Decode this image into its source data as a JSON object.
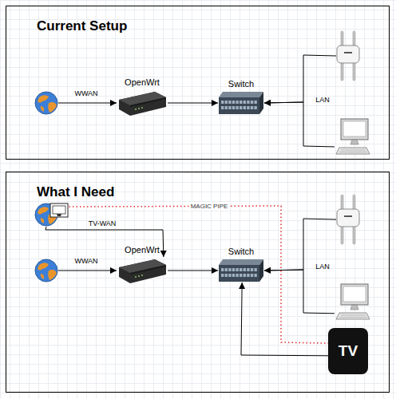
{
  "diagram": {
    "nodes": [
      {
        "text": [
          "Current Setup"
        ]
      },
      {
        "text": [],
        "in": 0
      },
      {
        "text": [
          "OpenWrt"
        ],
        "in": 0
      },
      {
        "text": [
          "Switch"
        ],
        "in": 0
      },
      {
        "text": [],
        "in": 0
      },
      {
        "text": [],
        "in": 0
      },
      {
        "text": [
          "What I Need"
        ]
      },
      {
        "text": [],
        "in": 6
      },
      {
        "text": [],
        "in": 6
      },
      {
        "text": [
          "OpenWrt"
        ],
        "in": 6
      },
      {
        "text": [
          "Switch"
        ],
        "in": 6
      },
      {
        "text": [],
        "in": 6
      },
      {
        "text": [],
        "in": 6
      },
      {
        "text": [
          "TV"
        ],
        "in": 6
      }
    ],
    "edges": [
      {
        "from": 1,
        "to": 2,
        "arrow": "to",
        "label": "WWAN"
      },
      {
        "from": 2,
        "to": 3,
        "arrow": "to"
      },
      {
        "from": 4,
        "to": 3,
        "arrow": "to"
      },
      {
        "from": 5,
        "to": 3,
        "arrow": "to"
      },
      {
        "from": 7,
        "to": 9,
        "arrow": "to",
        "label": "TV-WAN"
      },
      {
        "from": 8,
        "to": 9,
        "arrow": "to",
        "label": "WWAN"
      },
      {
        "from": 9,
        "to": 10,
        "arrow": "to"
      },
      {
        "from": 11,
        "to": 10,
        "arrow": "to"
      },
      {
        "from": 12,
        "to": 10,
        "arrow": "to"
      },
      {
        "from": 7,
        "to": 13,
        "arrow": "none",
        "label": "MAGIC PIPE"
      },
      {
        "from": 13,
        "to": 10,
        "arrow": "to"
      }
    ],
    "labels": [
      "LAN",
      "LAN"
    ]
  }
}
